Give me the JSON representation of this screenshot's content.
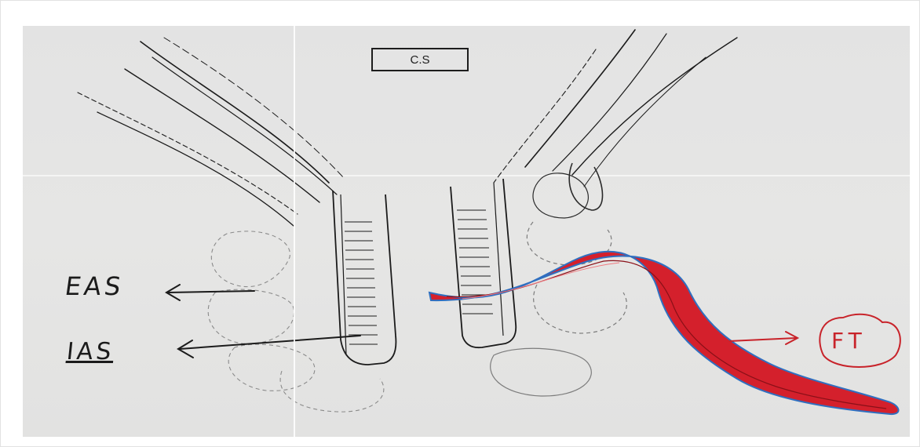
{
  "title_box": "C.S",
  "labels": {
    "eas": "EAS",
    "ias": "IAS",
    "ft": "FT"
  },
  "colors": {
    "ink": "#1b1b1b",
    "tract_fill": "#d4202c",
    "tract_outline": "#2f6fc0",
    "paper": "#e4e4e4"
  }
}
